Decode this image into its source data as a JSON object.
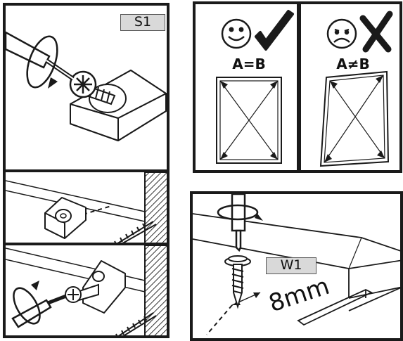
{
  "step_tags": {
    "s1": "S1",
    "w1": "W1"
  },
  "check": {
    "good_label": "A=B",
    "bad_label": "A≠B"
  },
  "measurement": {
    "distance": "8mm"
  },
  "icons": {
    "good_face": "smiley-icon",
    "bad_face": "frown-icon",
    "good_mark": "checkmark-icon",
    "bad_mark": "cross-icon"
  },
  "colors": {
    "line": "#1a1a1a",
    "tag_fill": "#d9d9d9",
    "wall_hatch": "#333333"
  }
}
